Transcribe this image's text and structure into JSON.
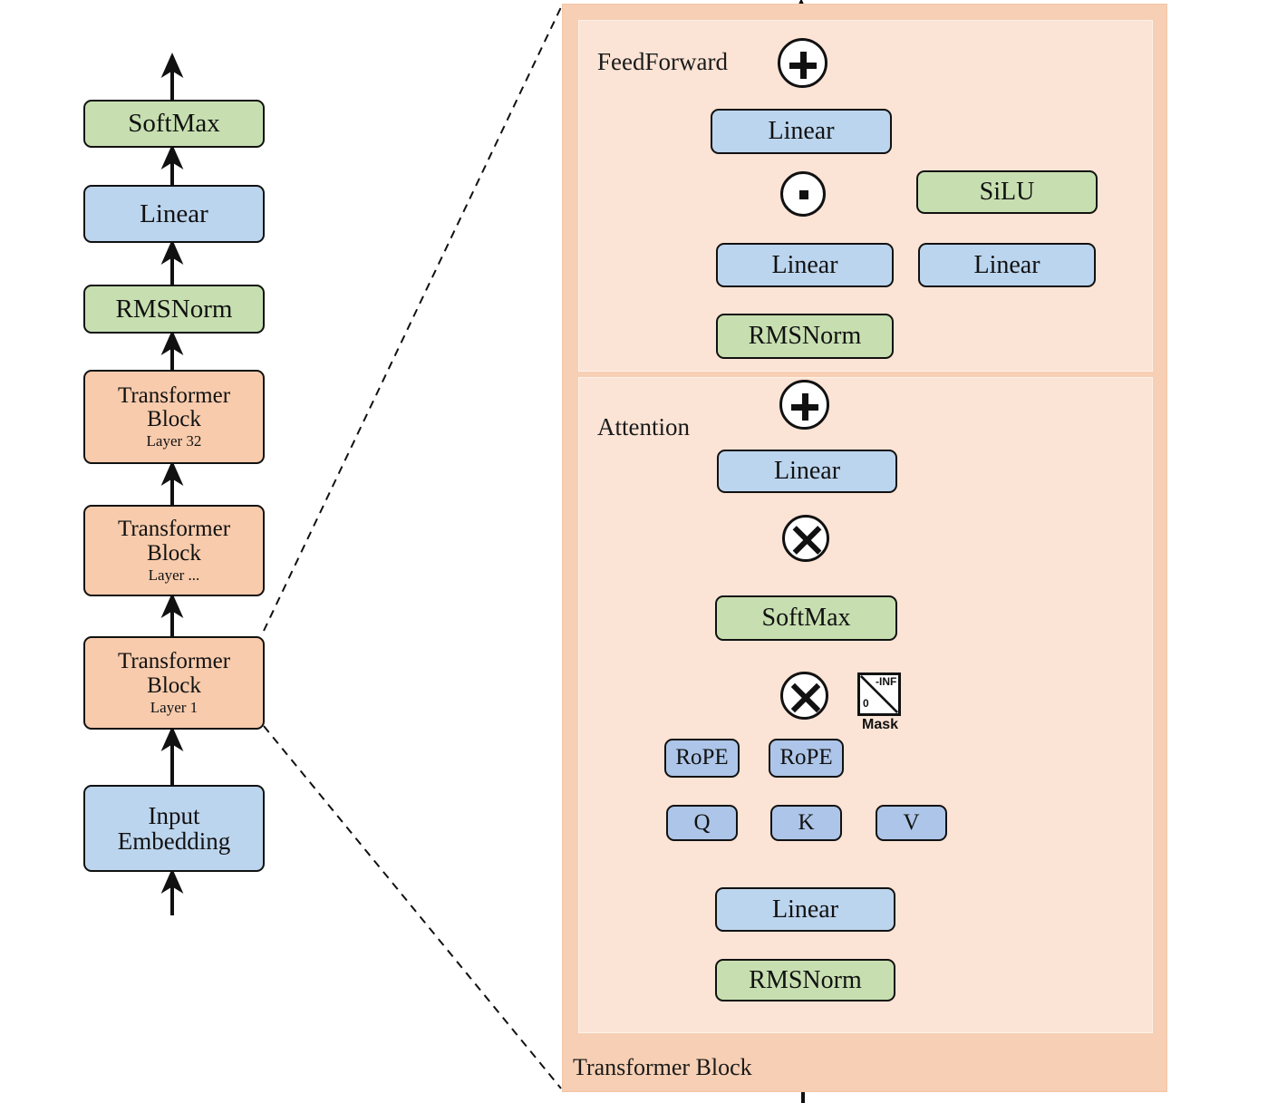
{
  "diagram": {
    "title": "Transformer (LLaMA-style) architecture block diagram",
    "colors": {
      "blue": "#bcd5ee",
      "blue_dark": "#adc5e8",
      "green": "#c7dfb0",
      "orange": "#f7cbac",
      "panel_outer": "#f6cfb4",
      "panel_inner": "#fbe3d5",
      "stroke": "#111111"
    }
  },
  "left_stack": {
    "name": "model-overview-stack",
    "nodes": [
      {
        "label": "SoftMax",
        "sub": "",
        "kind": "green"
      },
      {
        "label": "Linear",
        "sub": "",
        "kind": "blue"
      },
      {
        "label": "RMSNorm",
        "sub": "",
        "kind": "green"
      },
      {
        "label": "Transformer Block",
        "sub": "Layer 32",
        "kind": "orange"
      },
      {
        "label": "Transformer Block",
        "sub": "Layer ...",
        "kind": "orange"
      },
      {
        "label": "Transformer Block",
        "sub": "Layer 1",
        "kind": "orange"
      },
      {
        "label": "Input Embedding",
        "sub": "",
        "kind": "blue"
      }
    ]
  },
  "detail": {
    "outer_label": "Transformer Block",
    "feedforward": {
      "label": "FeedForward",
      "nodes": [
        {
          "label": "Linear",
          "kind": "blue",
          "role": "ff-down-proj"
        },
        {
          "label": "SiLU",
          "kind": "green",
          "role": "ff-activation"
        },
        {
          "label": "Linear",
          "kind": "blue",
          "role": "ff-gate-proj"
        },
        {
          "label": "Linear",
          "kind": "blue",
          "role": "ff-up-proj"
        },
        {
          "label": "RMSNorm",
          "kind": "green",
          "role": "ff-norm"
        }
      ],
      "ops": [
        {
          "symbol": "+",
          "name": "ff-residual-add"
        },
        {
          "symbol": "·",
          "name": "ff-elementwise-multiply"
        }
      ]
    },
    "attention": {
      "label": "Attention",
      "nodes": [
        {
          "label": "Linear",
          "kind": "blue",
          "role": "attn-out-proj"
        },
        {
          "label": "SoftMax",
          "kind": "green",
          "role": "attn-softmax"
        },
        {
          "label": "RoPE",
          "kind": "blue2",
          "role": "rope-q"
        },
        {
          "label": "RoPE",
          "kind": "blue2",
          "role": "rope-k"
        },
        {
          "label": "Q",
          "kind": "blue2",
          "role": "query"
        },
        {
          "label": "K",
          "kind": "blue2",
          "role": "key"
        },
        {
          "label": "V",
          "kind": "blue2",
          "role": "value"
        },
        {
          "label": "Linear",
          "kind": "blue",
          "role": "attn-qkv-proj"
        },
        {
          "label": "RMSNorm",
          "kind": "green",
          "role": "attn-norm"
        }
      ],
      "ops": [
        {
          "symbol": "+",
          "name": "attn-residual-add"
        },
        {
          "symbol": "×",
          "name": "attn-value-matmul"
        },
        {
          "symbol": "×",
          "name": "attn-qk-matmul"
        }
      ],
      "mask": {
        "caption": "Mask",
        "upper_value": "-INF",
        "lower_value": "0"
      }
    }
  }
}
